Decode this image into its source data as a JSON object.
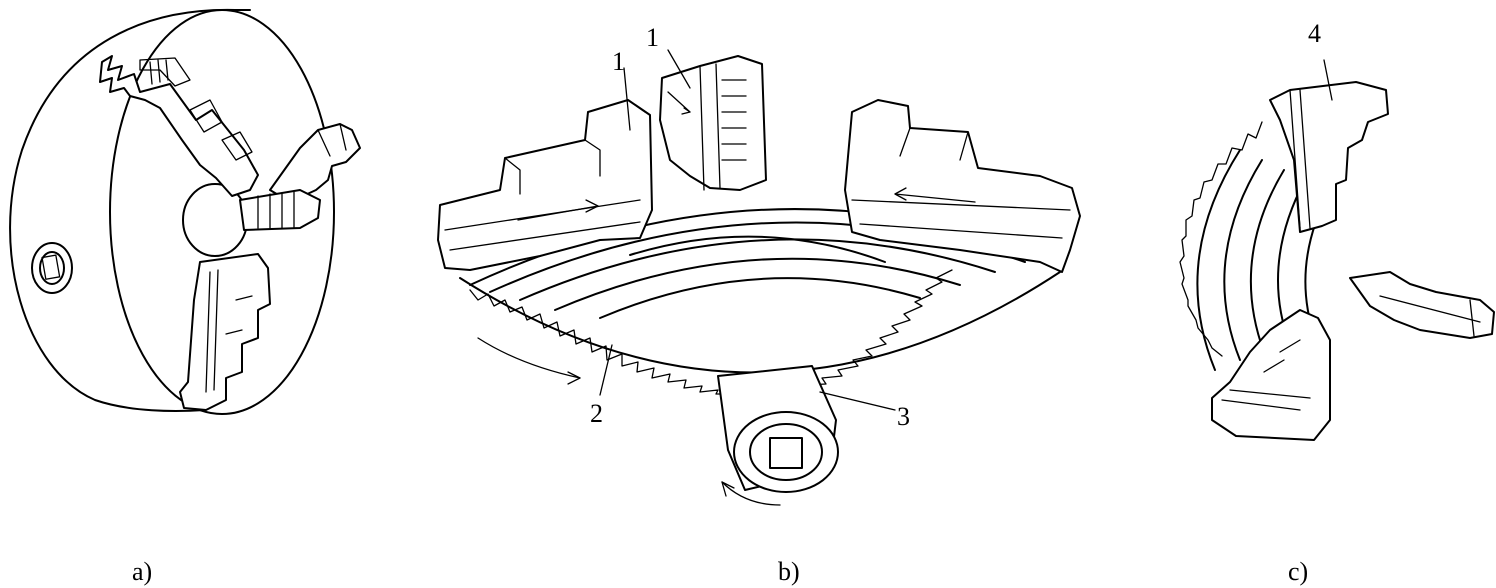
{
  "figure": {
    "panels": [
      {
        "id": "a",
        "caption": "a)"
      },
      {
        "id": "b",
        "caption": "b)"
      },
      {
        "id": "c",
        "caption": "c)"
      }
    ],
    "labels": {
      "b_jaw_left": "1",
      "b_jaw_top": "1",
      "b_scroll": "2",
      "b_pinion": "3",
      "c_jaw": "4"
    },
    "line_color": "#000000",
    "background": "#ffffff"
  }
}
